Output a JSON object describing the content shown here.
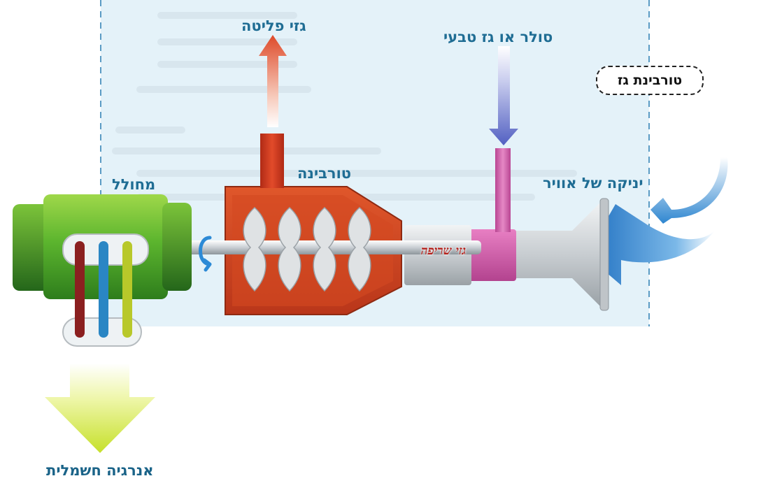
{
  "diagram": {
    "title": "טורבינת גז",
    "labels": {
      "exhaust_gases": "גזי פליטה",
      "fuel": "סולר או גז טבעי",
      "air_intake": "יניקה של אוויר",
      "turbine": "טורבינה",
      "generator": "מחולל",
      "combustion_gases": "גזי שריפה",
      "electric_energy": "אנרגיה חשמלית"
    }
  }
}
